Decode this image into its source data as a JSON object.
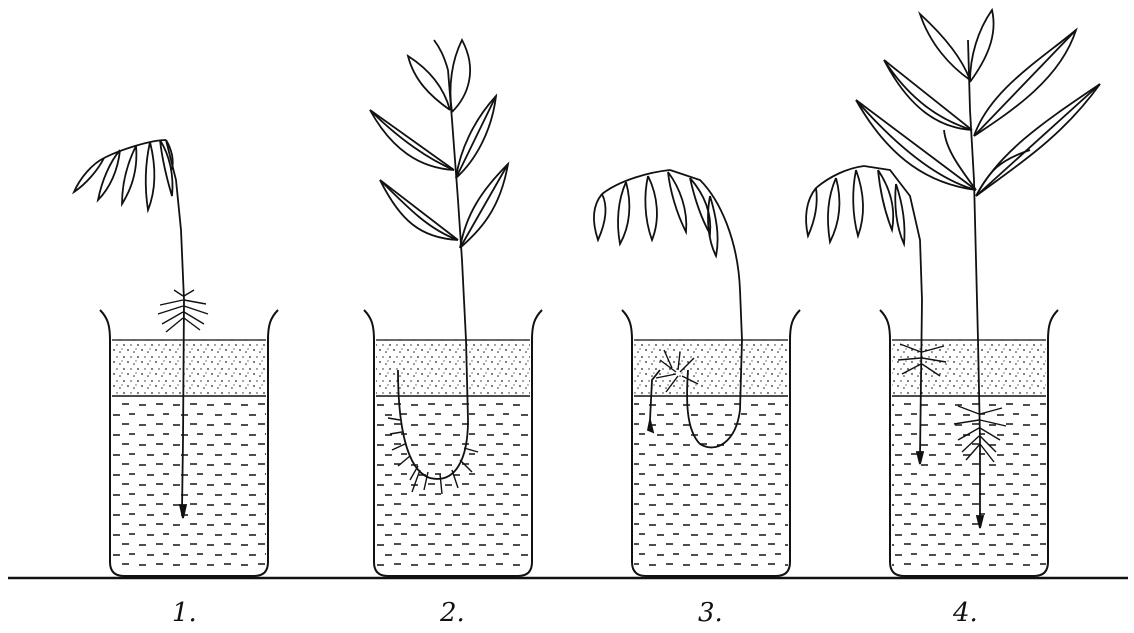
{
  "figure": {
    "labels": [
      "1.",
      "2.",
      "3.",
      "4."
    ]
  },
  "colors": {
    "ink": "#111111",
    "background": "#ffffff"
  }
}
